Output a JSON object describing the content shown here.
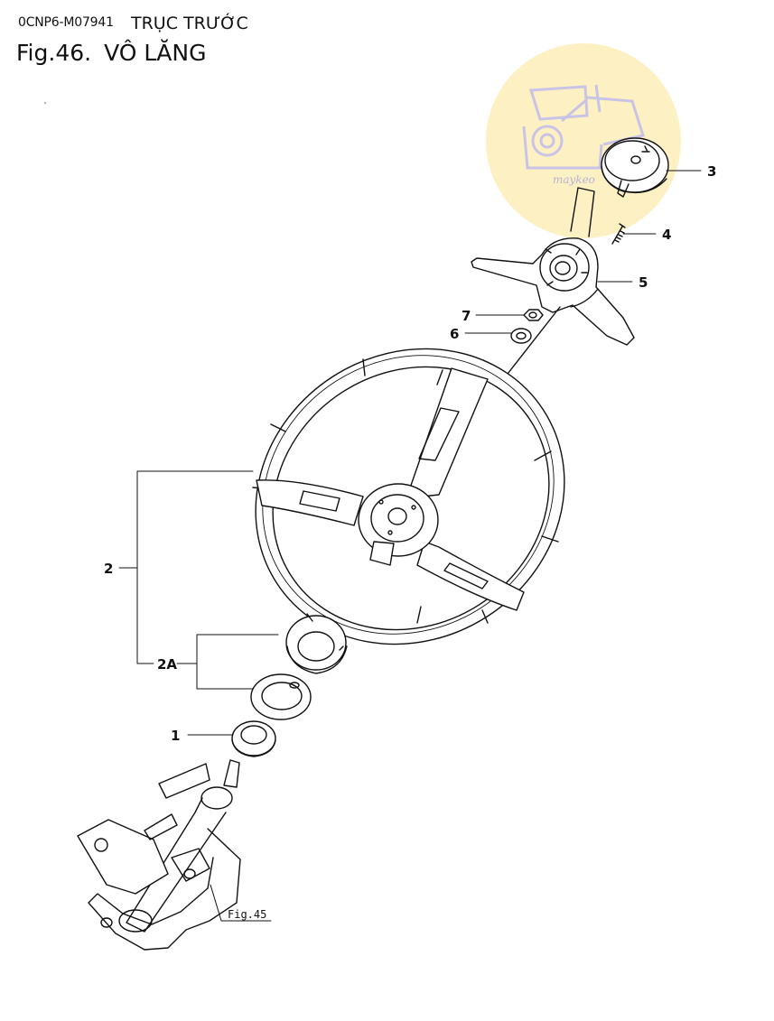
{
  "header": {
    "code": "0CNP6-M07941",
    "section": "TRỤC TRƯỚC",
    "fig_number": "Fig.46.",
    "fig_title": "VÔ LĂNG"
  },
  "watermark": {
    "text": "maykeo",
    "bg_color": "#fdf1c4",
    "ink_color": "#c9c3e6"
  },
  "callouts": {
    "c1": "1",
    "c2": "2",
    "c2a": "2A",
    "c3": "3",
    "c4": "4",
    "c5": "5",
    "c6": "6",
    "c7": "7"
  },
  "reference": {
    "fig45": "Fig.45"
  },
  "colors": {
    "line": "#111111",
    "background": "#ffffff"
  }
}
